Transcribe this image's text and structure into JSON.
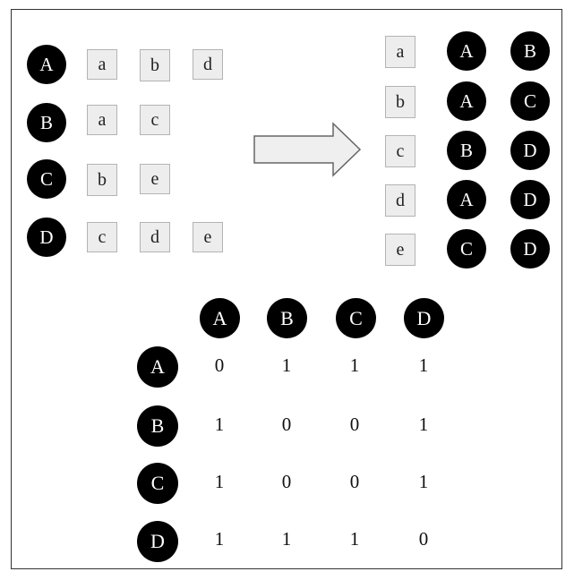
{
  "left_groups": [
    {
      "node": "A",
      "items": [
        "a",
        "b",
        "d"
      ]
    },
    {
      "node": "B",
      "items": [
        "a",
        "c"
      ]
    },
    {
      "node": "C",
      "items": [
        "b",
        "e"
      ]
    },
    {
      "node": "D",
      "items": [
        "c",
        "d",
        "e"
      ]
    }
  ],
  "right_groups": [
    {
      "item": "a",
      "nodes": [
        "A",
        "B"
      ]
    },
    {
      "item": "b",
      "nodes": [
        "A",
        "C"
      ]
    },
    {
      "item": "c",
      "nodes": [
        "B",
        "D"
      ]
    },
    {
      "item": "d",
      "nodes": [
        "A",
        "D"
      ]
    },
    {
      "item": "e",
      "nodes": [
        "C",
        "D"
      ]
    }
  ],
  "matrix": {
    "col_headers": [
      "A",
      "B",
      "C",
      "D"
    ],
    "row_headers": [
      "A",
      "B",
      "C",
      "D"
    ],
    "rows": [
      [
        "0",
        "1",
        "1",
        "1"
      ],
      [
        "1",
        "0",
        "0",
        "1"
      ],
      [
        "1",
        "0",
        "0",
        "1"
      ],
      [
        "1",
        "1",
        "1",
        "0"
      ]
    ]
  },
  "colors": {
    "node_fill": "#000000",
    "node_text": "#ffffff",
    "box_fill": "#ededed",
    "box_border": "#b3b3b3",
    "arrow_fill": "#efefef",
    "arrow_stroke": "#666666"
  }
}
